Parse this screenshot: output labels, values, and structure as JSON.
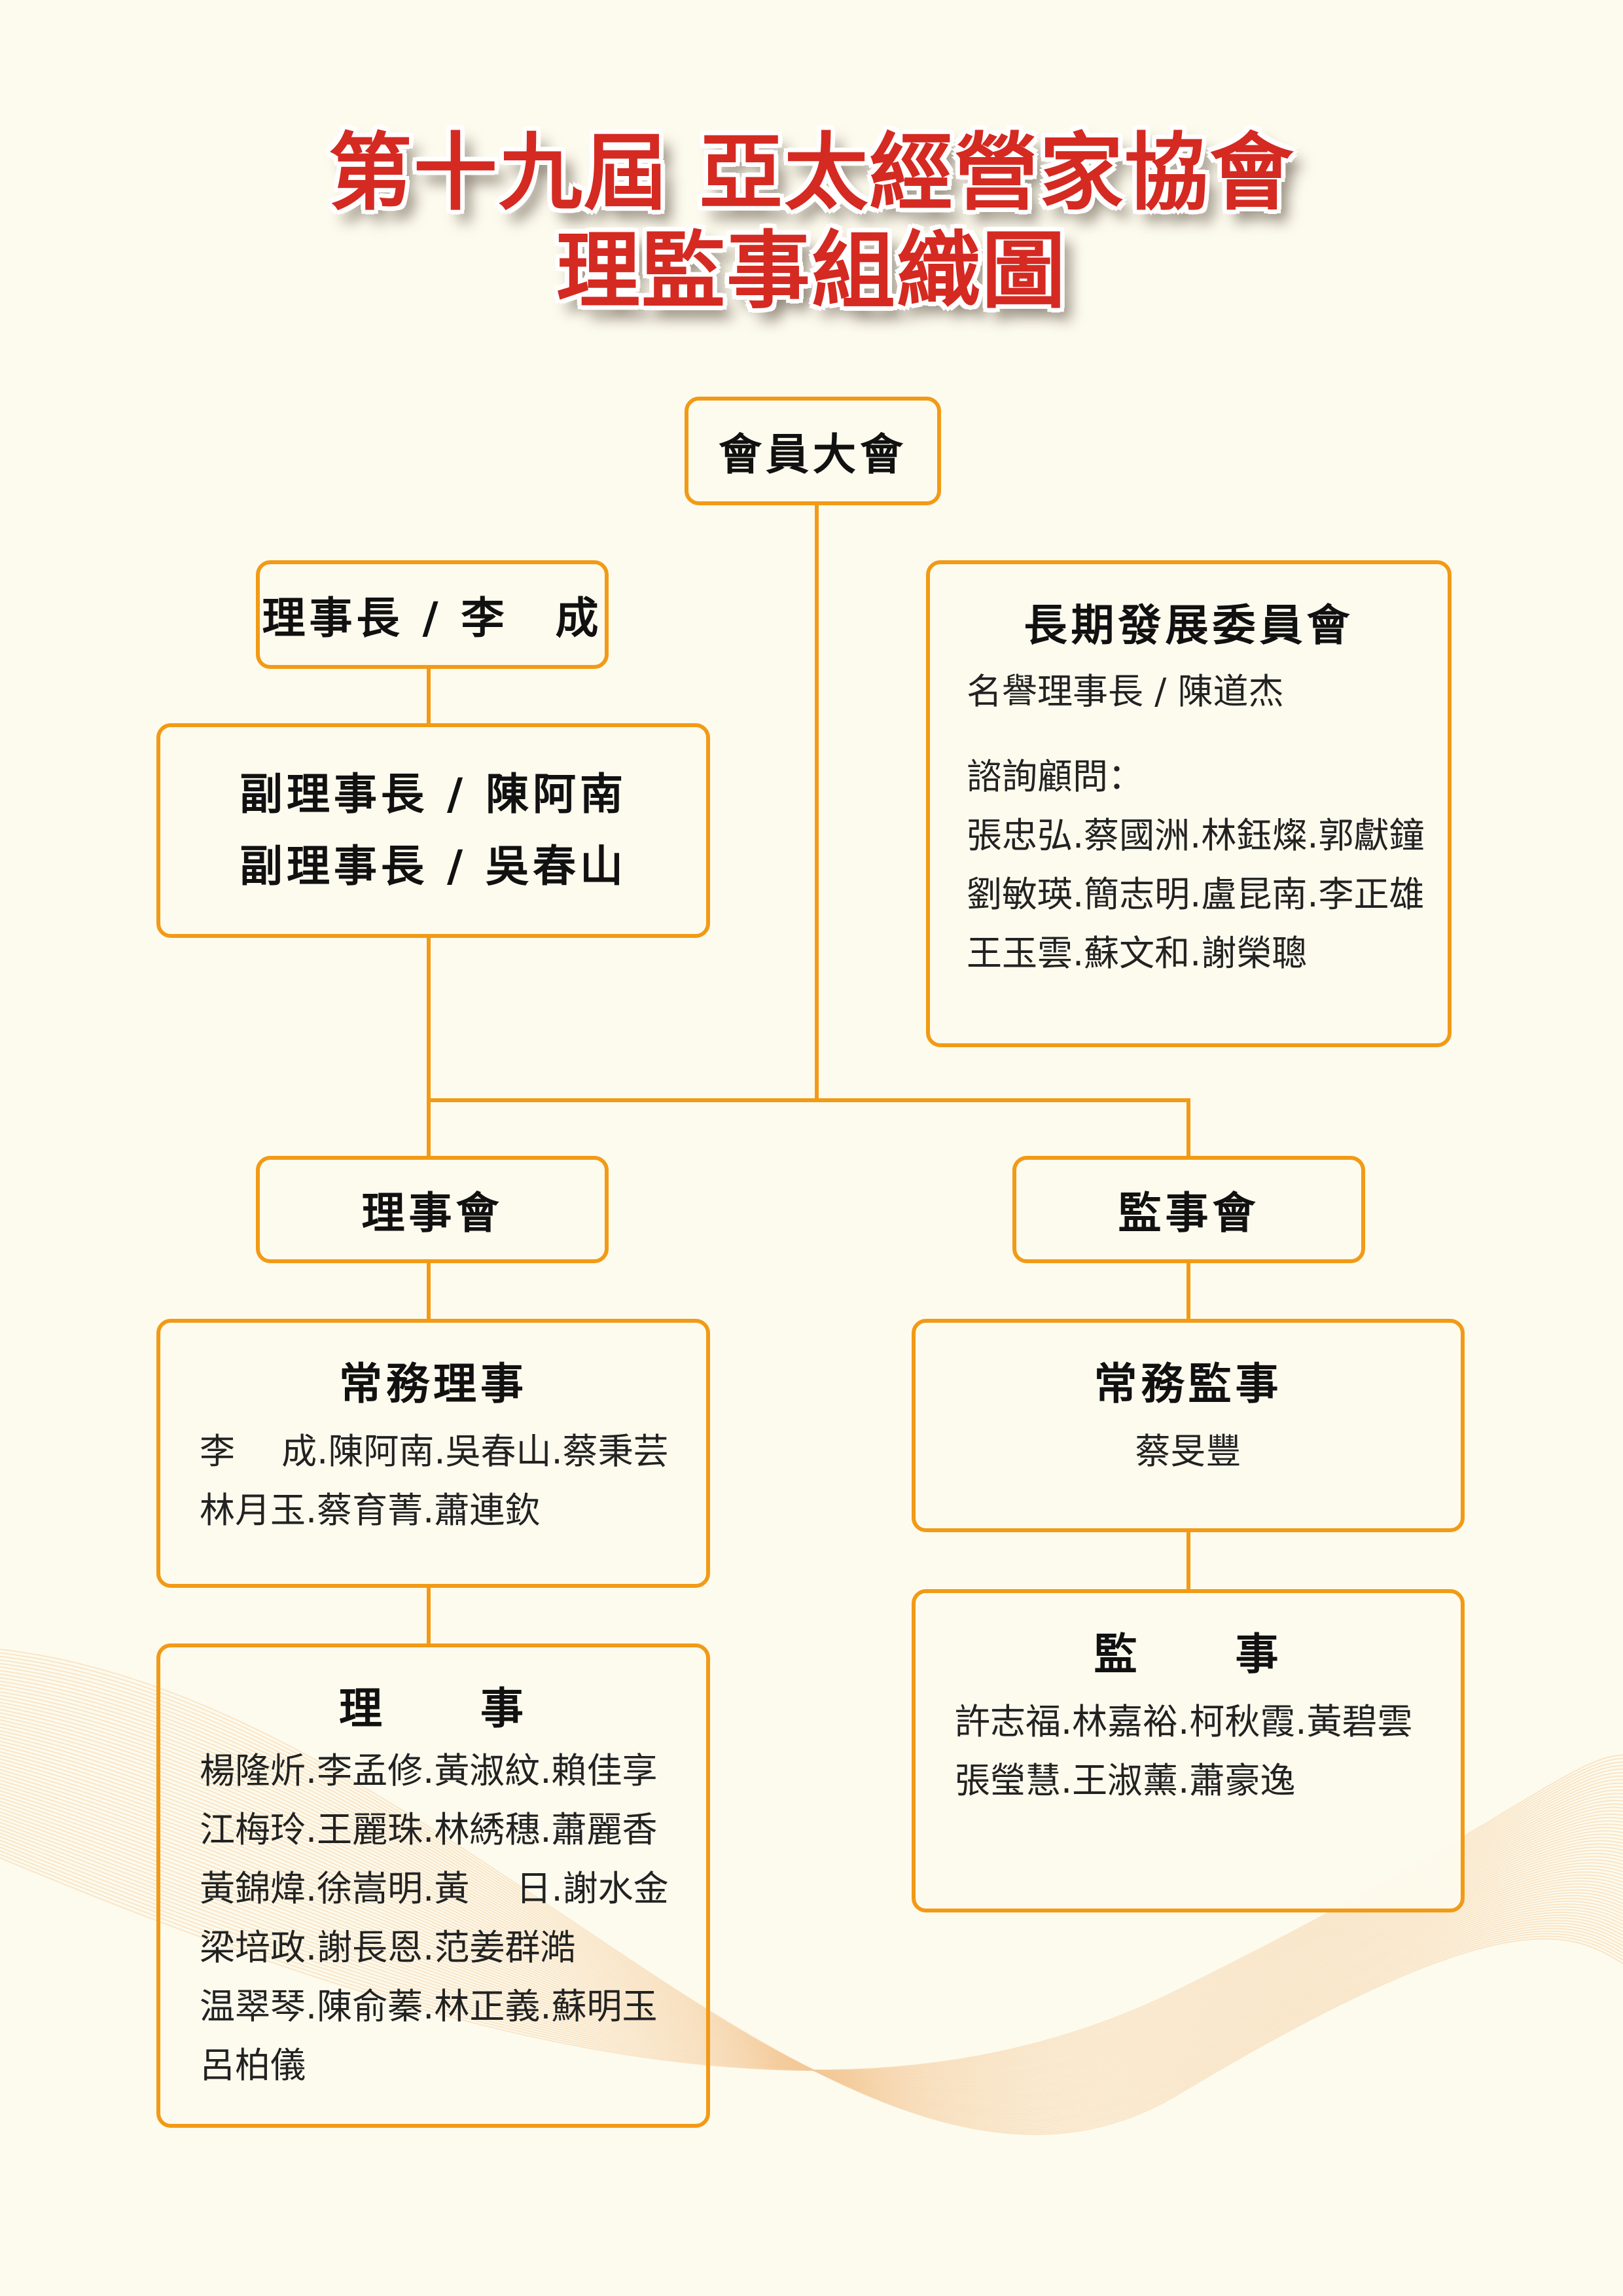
{
  "title": {
    "line1": "第十九屆 亞太經營家協會",
    "line2": "理監事組織圖"
  },
  "general_assembly": "會員大會",
  "chairman": "理事長 / 李　成",
  "vice_chairmen": [
    "副理事長 / 陳阿南",
    "副理事長 / 吳春山"
  ],
  "long_term_committee": {
    "heading": "長期發展委員會",
    "honorary": "名譽理事長 / 陳道杰",
    "advisors_label": "諮詢顧問：",
    "advisors_lines": [
      "張忠弘.蔡國洲.林鈺燦.郭獻鐘",
      "劉敏瑛.簡志明.盧昆南.李正雄",
      "王玉雲.蘇文和.謝榮聰"
    ]
  },
  "board": "理事會",
  "supervisory_board": "監事會",
  "executive_directors": {
    "heading": "常務理事",
    "lines": [
      "李　 成.陳阿南.吳春山.蔡秉芸",
      "林月玉.蔡育菁.蕭連欽"
    ]
  },
  "directors": {
    "heading": "理　　事",
    "lines": [
      "楊隆炘.李孟修.黃淑紋.賴佳享",
      "江梅玲.王麗珠.林綉穗.蕭麗香",
      "黃錦煒.徐嵩明.黃　 日.謝水金",
      "梁培政.謝長恩.范姜群澔",
      "温翠琴.陳俞蓁.林正義.蘇明玉",
      "呂柏儀"
    ]
  },
  "executive_supervisor": {
    "heading": "常務監事",
    "lines": [
      "蔡旻豐"
    ]
  },
  "supervisors": {
    "heading": "監　　事",
    "lines": [
      "許志福.林嘉裕.柯秋霞.黃碧雲",
      "張瑩慧.王淑薰.蕭豪逸"
    ]
  },
  "colors": {
    "accent": "#f29a16",
    "title": "#d42a22",
    "background": "#fdfbee"
  }
}
